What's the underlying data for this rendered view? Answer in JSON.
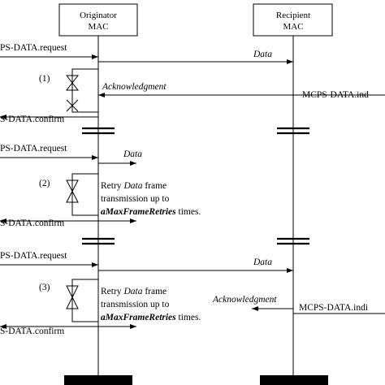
{
  "participants": {
    "originator": {
      "line1": "Originator",
      "line2": "MAC"
    },
    "recipient": {
      "line1": "Recipient",
      "line2": "MAC"
    }
  },
  "scenarios": [
    {
      "number": "(1)",
      "request": "PS-DATA.request",
      "data": "Data",
      "ack": "Acknowledgment",
      "indication": "MCPS-DATA.ind",
      "confirm": "S-DATA.confirm"
    },
    {
      "number": "(2)",
      "request": "PS-DATA.request",
      "data": "Data",
      "retry_pre": "Retry ",
      "retry_em": "Data",
      "retry_post": " frame",
      "retry_line2": "transmission up to",
      "retry_const": "aMaxFrameRetries",
      "retry_tail": " times.",
      "confirm": "S-DATA.confirm"
    },
    {
      "number": "(3)",
      "request": "PS-DATA.request",
      "data": "Data",
      "retry_pre": "Retry ",
      "retry_em": "Data",
      "retry_post": " frame",
      "retry_line2": "transmission up to",
      "retry_const": "aMaxFrameRetries",
      "retry_tail": " times.",
      "ack": "Acknowledgment",
      "indication": "MCPS-DATA.indi",
      "confirm": "S-DATA.confirm"
    }
  ]
}
